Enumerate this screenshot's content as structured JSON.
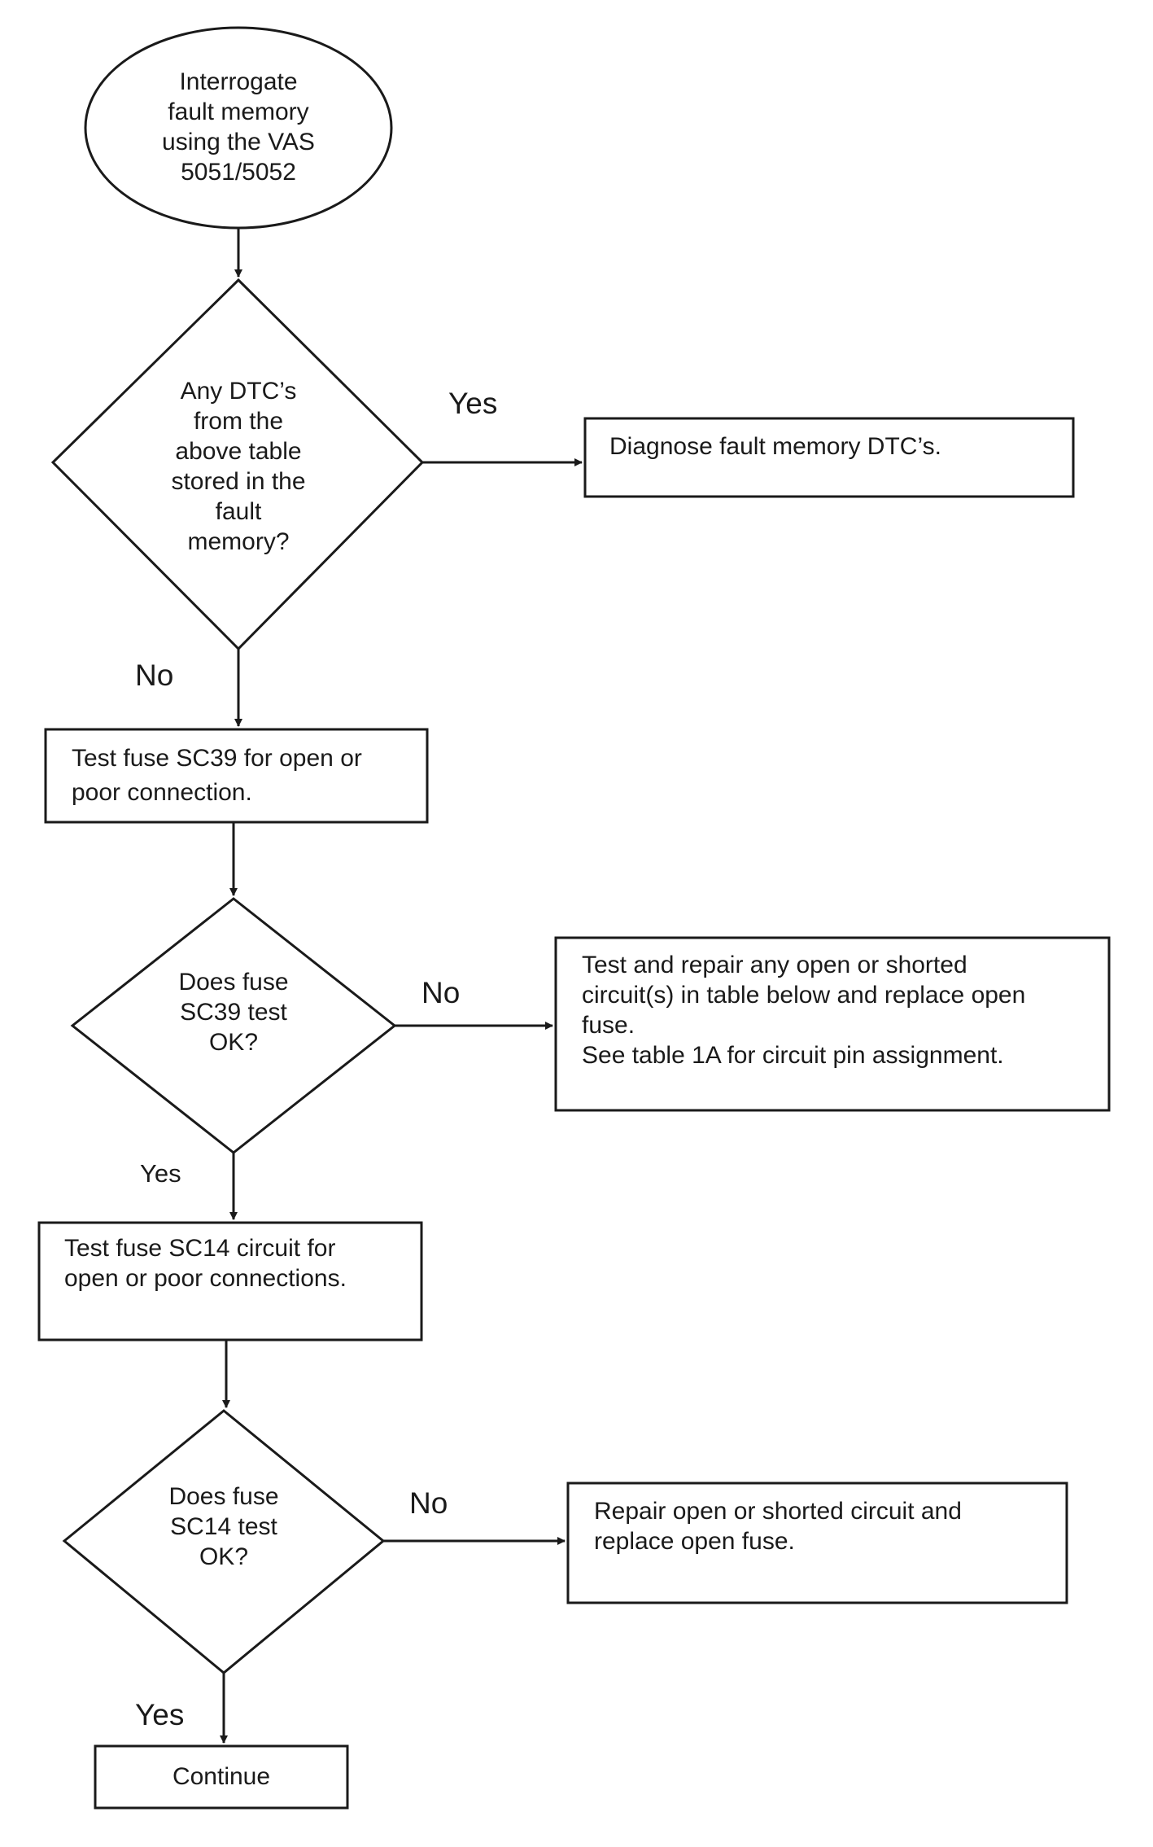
{
  "nodes": {
    "start": {
      "text": "Interrogate\nfault memory\nusing the VAS\n5051/5052"
    },
    "q_dtc": {
      "text": "Any DTC’s\nfrom the\nabove table\nstored in the\nfault\nmemory?"
    },
    "a_dtc": {
      "text": "Diagnose fault memory DTC’s."
    },
    "s_sc39": {
      "text": "Test fuse SC39 for open or\npoor connection."
    },
    "q_sc39": {
      "text": "Does fuse\nSC39 test\nOK?"
    },
    "a_sc39": {
      "text": "Test and repair any open or shorted\ncircuit(s) in table below and replace open\nfuse.\nSee table 1A for circuit pin assignment."
    },
    "s_sc14": {
      "text": "Test fuse SC14 circuit for\nopen or poor connections."
    },
    "q_sc14": {
      "text": "Does fuse\nSC14 test\nOK?"
    },
    "a_sc14": {
      "text": "Repair open or shorted circuit and\nreplace open fuse."
    },
    "end": {
      "text": "Continue"
    }
  },
  "edges": {
    "dtc_yes": "Yes",
    "dtc_no": "No",
    "sc39_no": "No",
    "sc39_yes": "Yes",
    "sc14_no": "No",
    "sc14_yes": "Yes"
  }
}
